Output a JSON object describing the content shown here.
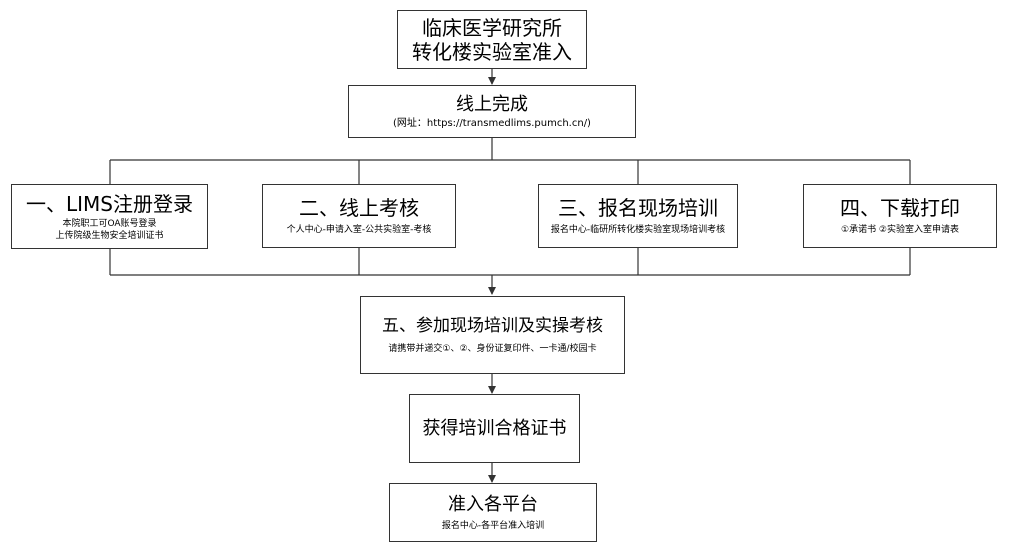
{
  "diagram": {
    "nodes": [
      {
        "id": "top",
        "title_lines": [
          "临床医学研究所",
          "转化楼实验室准入"
        ]
      },
      {
        "id": "online",
        "title": "线上完成",
        "subtitle": "(网址：https://transmedlims.pumch.cn/)"
      },
      {
        "id": "step1",
        "title": "一、LIMS注册登录",
        "subtitle_lines": [
          "本院职工可OA账号登录",
          "上传院级生物安全培训证书"
        ]
      },
      {
        "id": "step2",
        "title": "二、线上考核",
        "subtitle": "个人中心-申请入室-公共实验室-考核"
      },
      {
        "id": "step3",
        "title": "三、报名现场培训",
        "subtitle": "报名中心-临研所转化楼实验室现场培训考核"
      },
      {
        "id": "step4",
        "title": "四、下载打印",
        "subtitle": "①承诺书 ②实验室入室申请表"
      },
      {
        "id": "step5",
        "title": "五、参加现场培训及实操考核",
        "subtitle": "请携带并递交①、②、身份证复印件、一卡通/校园卡"
      },
      {
        "id": "cert",
        "title": "获得培训合格证书"
      },
      {
        "id": "platforms",
        "title": "准入各平台",
        "subtitle": "报名中心-各平台准入培训"
      }
    ],
    "edges": [
      {
        "from": "top",
        "to": "online"
      },
      {
        "from": "online",
        "to": "step1"
      },
      {
        "from": "online",
        "to": "step2"
      },
      {
        "from": "online",
        "to": "step3"
      },
      {
        "from": "online",
        "to": "step4"
      },
      {
        "from": "step1",
        "to": "step5"
      },
      {
        "from": "step2",
        "to": "step5"
      },
      {
        "from": "step3",
        "to": "step5"
      },
      {
        "from": "step4",
        "to": "step5"
      },
      {
        "from": "step5",
        "to": "cert"
      },
      {
        "from": "cert",
        "to": "platforms"
      }
    ],
    "colors": {
      "border": "#333333",
      "line": "#333333",
      "text": "#000000",
      "background": "#ffffff"
    }
  }
}
